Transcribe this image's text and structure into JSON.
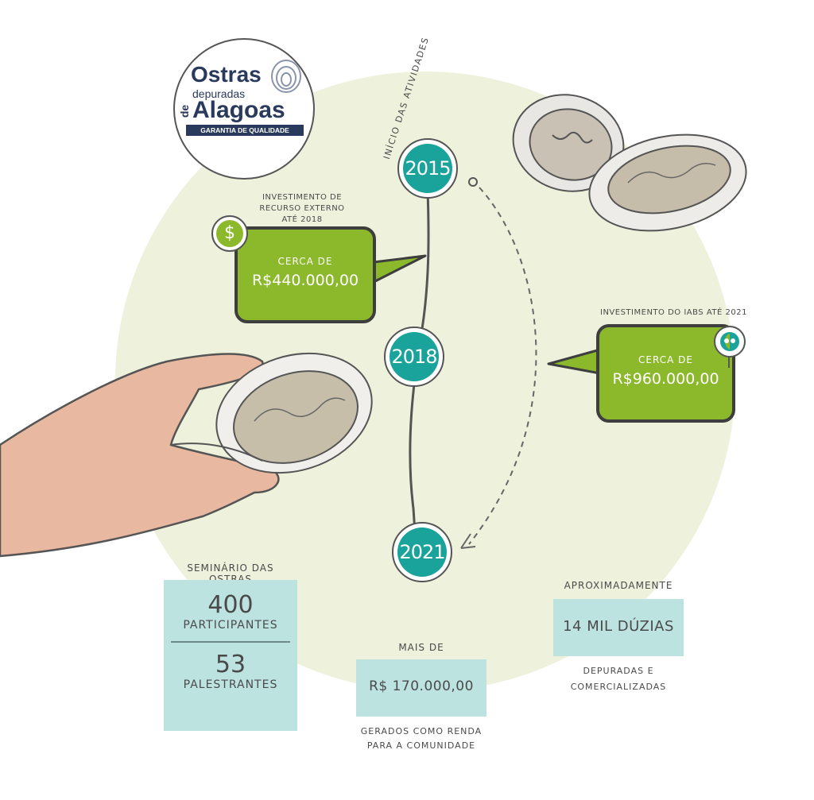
{
  "logo": {
    "line1": "Ostras",
    "line2": "depuradas",
    "line3": "de",
    "line4": "Alagoas",
    "tagline": "GARANTIA DE QUALIDADE"
  },
  "timeline": {
    "start_label": "INÍCIO DAS ATIVIDADES",
    "years": [
      "2015",
      "2018",
      "2021"
    ]
  },
  "external_investment": {
    "caption": "INVESTIMENTO DE RECURSO EXTERNO ATÉ 2018",
    "prefix": "CERCA DE",
    "value": "R$440.000,00",
    "icon": "dollar-icon"
  },
  "iabs_investment": {
    "caption": "INVESTIMENTO DO IABS ATÉ 2021",
    "prefix": "CERCA DE",
    "value": "R$960.000,00",
    "icon": "iabs-logo-icon"
  },
  "seminar": {
    "title": "SEMINÁRIO DAS OSTRAS",
    "participants_count": "400",
    "participants_label": "PARTICIPANTES",
    "speakers_count": "53",
    "speakers_label": "PALESTRANTES"
  },
  "income": {
    "prefix": "MAIS DE",
    "value": "R$ 170.000,00",
    "caption_line1": "GERADOS COMO RENDA",
    "caption_line2": "PARA A COMUNIDADE"
  },
  "production": {
    "prefix": "APROXIMADAMENTE",
    "value": "14 MIL DÚZIAS",
    "caption_line1": "DEPURADAS E",
    "caption_line2": "COMERCIALIZADAS"
  },
  "colors": {
    "green": "#8cb82b",
    "teal": "#1aa39a",
    "light_teal": "#bde3e1",
    "background_circle": "#eef2dc",
    "navy": "#2a3a5c"
  }
}
